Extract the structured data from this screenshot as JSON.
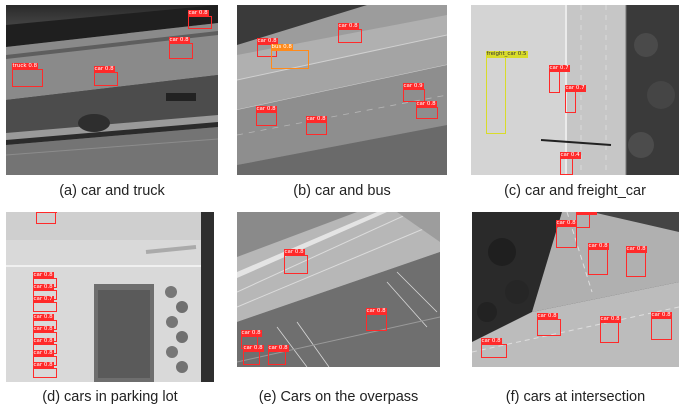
{
  "captions": {
    "a": "(a) car and truck",
    "b": "(b) car and bus",
    "c": "(c) car and freight_car",
    "d": "(d) cars in parking lot",
    "e": "(e) Cars on the overpass",
    "f": "(f) cars at intersection"
  },
  "labels": {
    "car": "car",
    "truck": "truck",
    "bus": "bus",
    "freight": "freight_car"
  },
  "colors": {
    "car_box": "#ff2a2a",
    "bus_box": "#ff8a1a",
    "freight_box": "#d9dc2a"
  }
}
